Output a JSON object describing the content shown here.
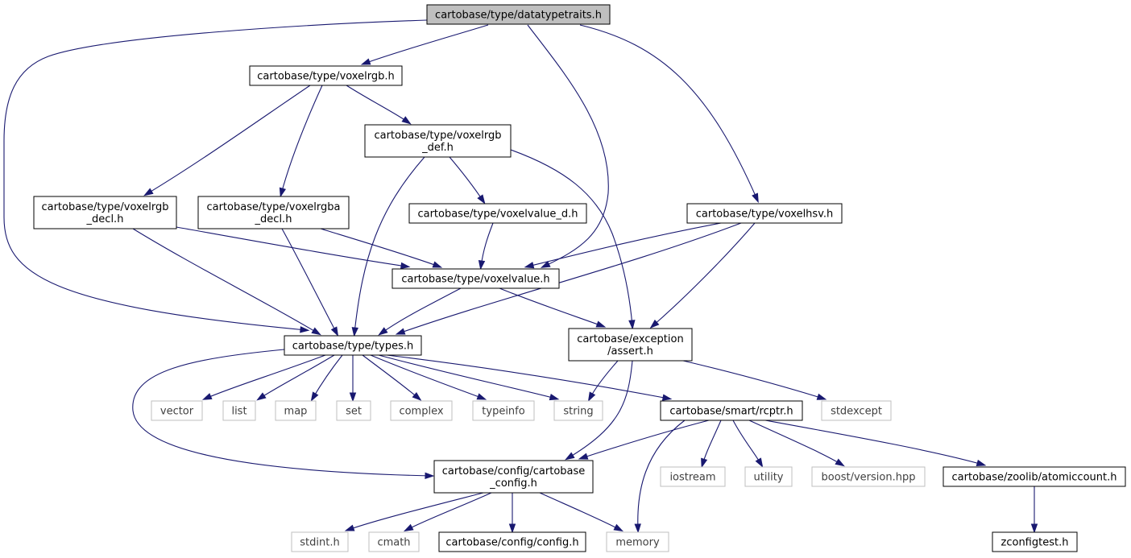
{
  "title": "",
  "nodes": [
    {
      "id": "datatypetraits",
      "lines": [
        "cartobase/type/datatypetraits.h"
      ],
      "kind": "root"
    },
    {
      "id": "voxelrgb",
      "lines": [
        "cartobase/type/voxelrgb.h"
      ],
      "kind": "file"
    },
    {
      "id": "voxelrgb_def",
      "lines": [
        "cartobase/type/voxelrgb",
        "_def.h"
      ],
      "kind": "file"
    },
    {
      "id": "voxelrgb_decl",
      "lines": [
        "cartobase/type/voxelrgb",
        "_decl.h"
      ],
      "kind": "file"
    },
    {
      "id": "voxelrgba_decl",
      "lines": [
        "cartobase/type/voxelrgba",
        "_decl.h"
      ],
      "kind": "file"
    },
    {
      "id": "voxelvalue_d",
      "lines": [
        "cartobase/type/voxelvalue_d.h"
      ],
      "kind": "file"
    },
    {
      "id": "voxelhsv",
      "lines": [
        "cartobase/type/voxelhsv.h"
      ],
      "kind": "file"
    },
    {
      "id": "voxelvalue",
      "lines": [
        "cartobase/type/voxelvalue.h"
      ],
      "kind": "file"
    },
    {
      "id": "types",
      "lines": [
        "cartobase/type/types.h"
      ],
      "kind": "file"
    },
    {
      "id": "assert",
      "lines": [
        "cartobase/exception",
        "/assert.h"
      ],
      "kind": "file"
    },
    {
      "id": "vector",
      "lines": [
        "vector"
      ],
      "kind": "system"
    },
    {
      "id": "list",
      "lines": [
        "list"
      ],
      "kind": "system"
    },
    {
      "id": "map",
      "lines": [
        "map"
      ],
      "kind": "system"
    },
    {
      "id": "set",
      "lines": [
        "set"
      ],
      "kind": "system"
    },
    {
      "id": "complex",
      "lines": [
        "complex"
      ],
      "kind": "system"
    },
    {
      "id": "typeinfo",
      "lines": [
        "typeinfo"
      ],
      "kind": "system"
    },
    {
      "id": "string",
      "lines": [
        "string"
      ],
      "kind": "system"
    },
    {
      "id": "rcptr",
      "lines": [
        "cartobase/smart/rcptr.h"
      ],
      "kind": "file"
    },
    {
      "id": "stdexcept",
      "lines": [
        "stdexcept"
      ],
      "kind": "system"
    },
    {
      "id": "cartobase_config",
      "lines": [
        "cartobase/config/cartobase",
        "_config.h"
      ],
      "kind": "file"
    },
    {
      "id": "iostream",
      "lines": [
        "iostream"
      ],
      "kind": "system"
    },
    {
      "id": "utility",
      "lines": [
        "utility"
      ],
      "kind": "system"
    },
    {
      "id": "boost_version",
      "lines": [
        "boost/version.hpp"
      ],
      "kind": "system"
    },
    {
      "id": "atomiccount",
      "lines": [
        "cartobase/zoolib/atomiccount.h"
      ],
      "kind": "file"
    },
    {
      "id": "stdint",
      "lines": [
        "stdint.h"
      ],
      "kind": "system"
    },
    {
      "id": "cmath",
      "lines": [
        "cmath"
      ],
      "kind": "system"
    },
    {
      "id": "config",
      "lines": [
        "cartobase/config/config.h"
      ],
      "kind": "file"
    },
    {
      "id": "memory",
      "lines": [
        "memory"
      ],
      "kind": "system"
    },
    {
      "id": "zconfigtest",
      "lines": [
        "zconfigtest.h"
      ],
      "kind": "file"
    }
  ],
  "edges": [
    {
      "from": "datatypetraits",
      "to": "voxelrgb"
    },
    {
      "from": "datatypetraits",
      "to": "types"
    },
    {
      "from": "datatypetraits",
      "to": "voxelvalue"
    },
    {
      "from": "datatypetraits",
      "to": "voxelhsv"
    },
    {
      "from": "voxelrgb",
      "to": "voxelrgb_decl"
    },
    {
      "from": "voxelrgb",
      "to": "voxelrgba_decl"
    },
    {
      "from": "voxelrgb",
      "to": "voxelrgb_def"
    },
    {
      "from": "voxelrgb_def",
      "to": "types"
    },
    {
      "from": "voxelrgb_def",
      "to": "voxelvalue_d"
    },
    {
      "from": "voxelrgb_def",
      "to": "assert"
    },
    {
      "from": "voxelrgb_decl",
      "to": "voxelvalue"
    },
    {
      "from": "voxelrgb_decl",
      "to": "types"
    },
    {
      "from": "voxelrgba_decl",
      "to": "voxelvalue"
    },
    {
      "from": "voxelrgba_decl",
      "to": "types"
    },
    {
      "from": "voxelvalue_d",
      "to": "voxelvalue"
    },
    {
      "from": "voxelhsv",
      "to": "voxelvalue"
    },
    {
      "from": "voxelhsv",
      "to": "types"
    },
    {
      "from": "voxelhsv",
      "to": "assert"
    },
    {
      "from": "voxelvalue",
      "to": "types"
    },
    {
      "from": "voxelvalue",
      "to": "assert"
    },
    {
      "from": "types",
      "to": "vector"
    },
    {
      "from": "types",
      "to": "list"
    },
    {
      "from": "types",
      "to": "map"
    },
    {
      "from": "types",
      "to": "set"
    },
    {
      "from": "types",
      "to": "complex"
    },
    {
      "from": "types",
      "to": "typeinfo"
    },
    {
      "from": "types",
      "to": "string"
    },
    {
      "from": "types",
      "to": "rcptr"
    },
    {
      "from": "types",
      "to": "cartobase_config"
    },
    {
      "from": "assert",
      "to": "string"
    },
    {
      "from": "assert",
      "to": "stdexcept"
    },
    {
      "from": "assert",
      "to": "cartobase_config"
    },
    {
      "from": "rcptr",
      "to": "cartobase_config"
    },
    {
      "from": "rcptr",
      "to": "memory"
    },
    {
      "from": "rcptr",
      "to": "iostream"
    },
    {
      "from": "rcptr",
      "to": "utility"
    },
    {
      "from": "rcptr",
      "to": "boost_version"
    },
    {
      "from": "rcptr",
      "to": "atomiccount"
    },
    {
      "from": "cartobase_config",
      "to": "stdint"
    },
    {
      "from": "cartobase_config",
      "to": "cmath"
    },
    {
      "from": "cartobase_config",
      "to": "config"
    },
    {
      "from": "cartobase_config",
      "to": "memory"
    },
    {
      "from": "atomiccount",
      "to": "zconfigtest"
    }
  ],
  "colors": {
    "root_fill": "#bfbfbf",
    "node_stroke": "#000000",
    "system_stroke": "#bfbfbf",
    "system_text": "#404040",
    "edge": "#191970"
  }
}
